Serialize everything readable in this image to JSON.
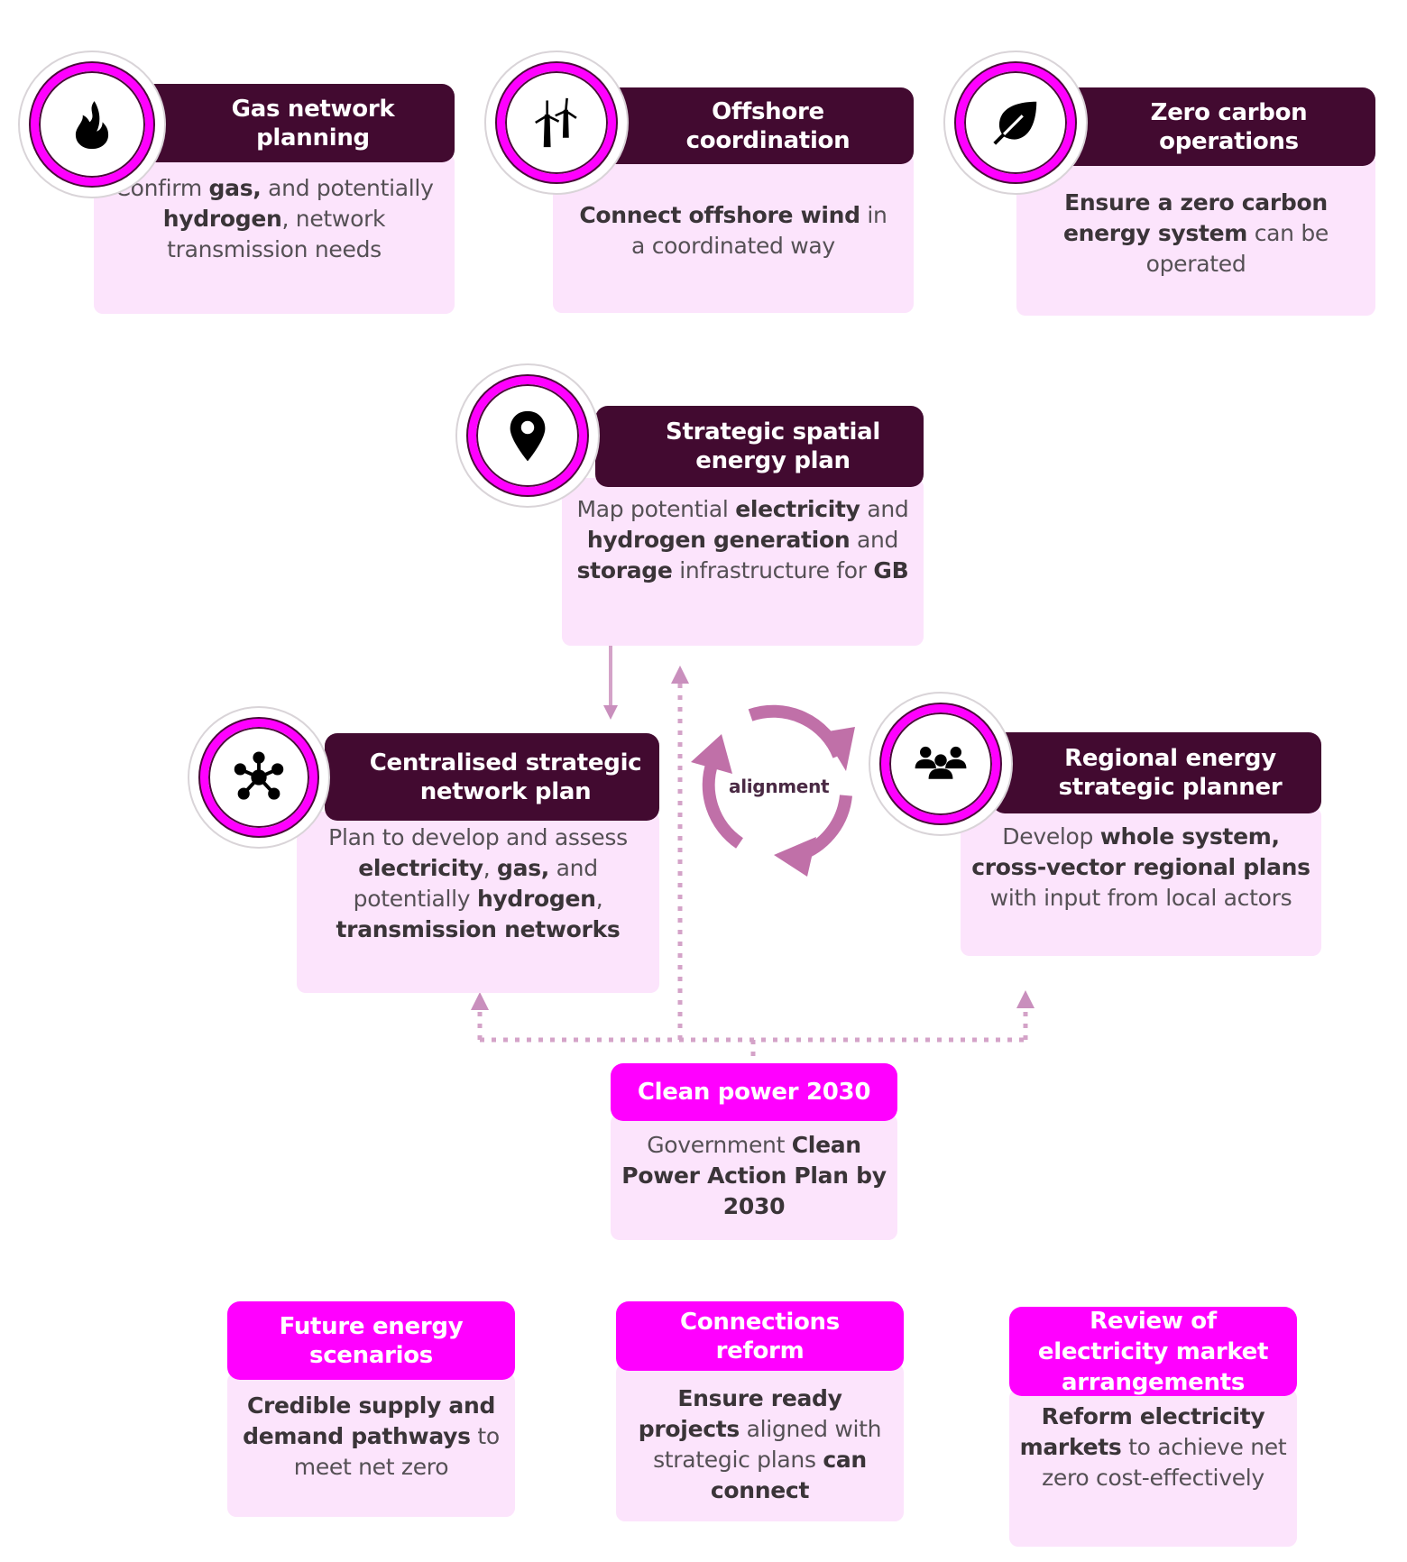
{
  "colors": {
    "header_dark": "#420a30",
    "header_pink": "#ff00ff",
    "body_bg": "#fce4fc",
    "arrow": "#c77cb4"
  },
  "cards": {
    "gas": {
      "icon": "flame-icon",
      "title": "Gas network planning",
      "body": [
        {
          "t": "Confirm ",
          "b": false
        },
        {
          "t": "gas,",
          "b": true
        },
        {
          "t": " and potentially ",
          "b": false
        },
        {
          "t": "hydrogen",
          "b": true
        },
        {
          "t": ", network transmission needs",
          "b": false
        }
      ]
    },
    "offshore": {
      "icon": "wind-turbine-icon",
      "title": "Offshore coordination",
      "body": [
        {
          "t": "Connect offshore wind",
          "b": true
        },
        {
          "t": " in a coordinated way",
          "b": false
        }
      ]
    },
    "zero_carbon": {
      "icon": "leaf-icon",
      "title": "Zero carbon operations",
      "body": [
        {
          "t": "Ensure a zero carbon energy system",
          "b": true
        },
        {
          "t": " can be operated",
          "b": false
        }
      ]
    },
    "sseP": {
      "icon": "map-pin-icon",
      "title": "Strategic spatial energy plan",
      "body": [
        {
          "t": "Map potential ",
          "b": false
        },
        {
          "t": "electricity",
          "b": true
        },
        {
          "t": " and ",
          "b": false
        },
        {
          "t": "hydrogen generation",
          "b": true
        },
        {
          "t": " and ",
          "b": false
        },
        {
          "t": "storage",
          "b": true
        },
        {
          "t": " infrastructure for ",
          "b": false
        },
        {
          "t": "GB",
          "b": true
        }
      ]
    },
    "csnp": {
      "icon": "network-hub-icon",
      "title": "Centralised strategic network plan",
      "body": [
        {
          "t": "Plan to develop and assess ",
          "b": false
        },
        {
          "t": "electricity",
          "b": true
        },
        {
          "t": ", ",
          "b": false
        },
        {
          "t": "gas,",
          "b": true
        },
        {
          "t": " and potentially ",
          "b": false
        },
        {
          "t": "hydrogen",
          "b": true
        },
        {
          "t": ", ",
          "b": false
        },
        {
          "t": "transmission networks",
          "b": true
        }
      ]
    },
    "resp": {
      "icon": "people-group-icon",
      "title": "Regional energy strategic planner",
      "body": [
        {
          "t": "Develop ",
          "b": false
        },
        {
          "t": "whole system, cross-vector regional plans",
          "b": true
        },
        {
          "t": " with input from local actors",
          "b": false
        }
      ]
    },
    "clean_power": {
      "title": "Clean power 2030",
      "body": [
        {
          "t": "Government ",
          "b": false
        },
        {
          "t": "Clean Power Action Plan by 2030",
          "b": true
        }
      ]
    },
    "fes": {
      "title": "Future energy scenarios",
      "body": [
        {
          "t": "Credible supply and demand pathways",
          "b": true
        },
        {
          "t": " to meet net zero",
          "b": false
        }
      ]
    },
    "connections": {
      "title": "Connections reform",
      "body": [
        {
          "t": "Ensure ready projects",
          "b": true
        },
        {
          "t": " aligned with strategic plans ",
          "b": false
        },
        {
          "t": "can connect",
          "b": true
        }
      ]
    },
    "rema": {
      "title": "Review of electricity market arrangements",
      "body": [
        {
          "t": "Reform electricity markets",
          "b": true
        },
        {
          "t": " to achieve net zero cost-effectively",
          "b": false
        }
      ]
    }
  },
  "cycle": {
    "label": "alignment",
    "icon": "cycle-arrows-icon"
  }
}
